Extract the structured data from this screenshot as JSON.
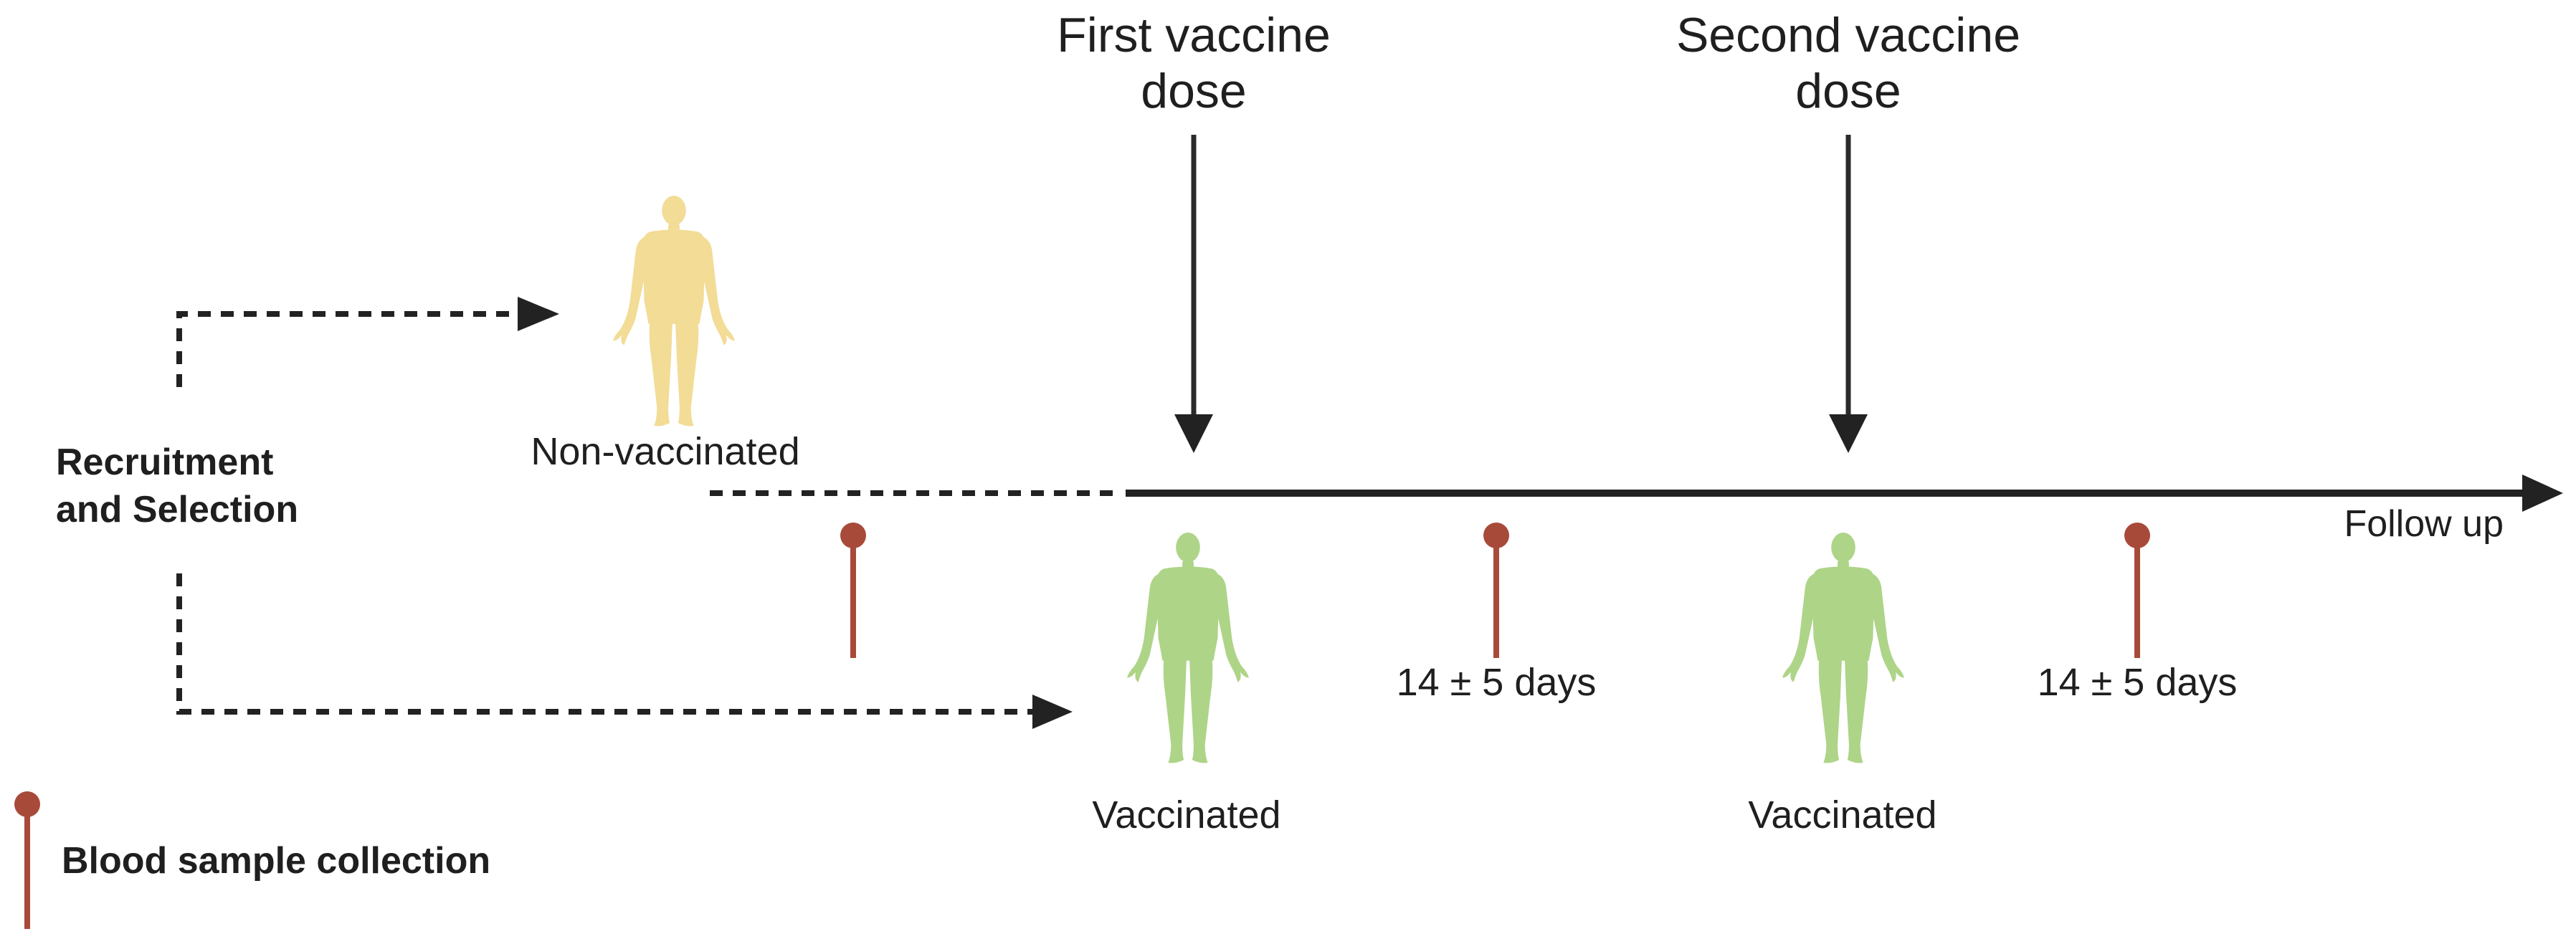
{
  "header": {
    "first_dose_line1": "First vaccine",
    "first_dose_line2": "dose",
    "second_dose_line1": "Second vaccine",
    "second_dose_line2": "dose"
  },
  "recruitment": {
    "line1": "Recruitment",
    "line2": "and Selection"
  },
  "groups": {
    "non_vaccinated": "Non-vaccinated",
    "vaccinated_1": "Vaccinated",
    "vaccinated_2": "Vaccinated"
  },
  "intervals": {
    "after_first": "14 ± 5 days",
    "after_second": "14 ± 5 days"
  },
  "timeline": {
    "end_label": "Follow up"
  },
  "legend": {
    "blood_sample": "Blood sample collection"
  },
  "colors": {
    "timeline": "#222222",
    "pin": "#a84a3a",
    "non_vaccinated_figure": "#f2dc96",
    "vaccinated_figure": "#aed488",
    "text": "#1f1f1f"
  },
  "icons": {
    "person": "person-silhouette-icon",
    "pin": "blood-sample-pin-icon"
  }
}
